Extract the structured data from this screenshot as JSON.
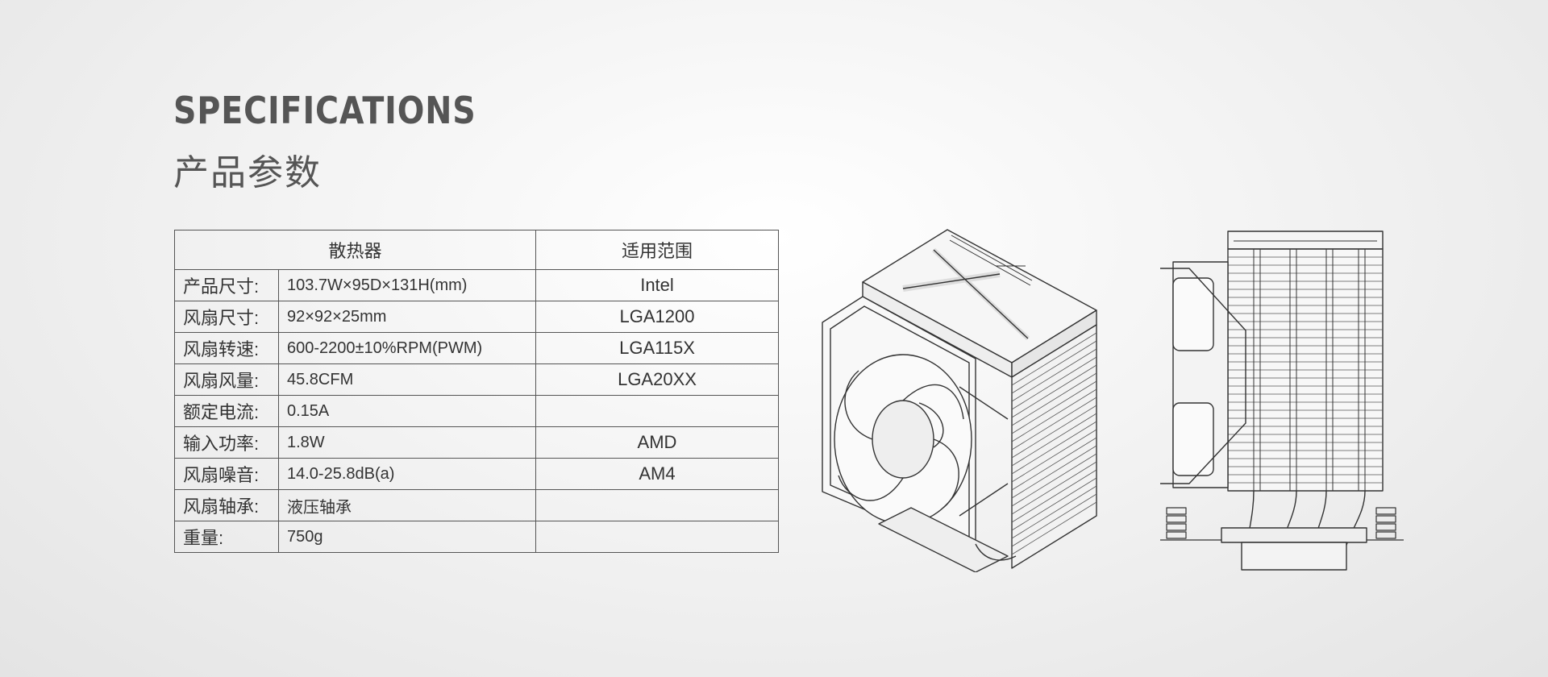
{
  "header": {
    "title_en": "SPECIFICATIONS",
    "title_cn": "产品参数"
  },
  "table": {
    "col_heatsink": "散热器",
    "col_compat": "适用范围",
    "rows": [
      {
        "label": "产品尺寸:",
        "value": "103.7W×95D×131H(mm)",
        "compat": "Intel"
      },
      {
        "label": "风扇尺寸:",
        "value": "92×92×25mm",
        "compat": "LGA1200"
      },
      {
        "label": "风扇转速:",
        "value": "600-2200±10%RPM(PWM)",
        "compat": "LGA115X"
      },
      {
        "label": "风扇风量:",
        "value": "45.8CFM",
        "compat": "LGA20XX"
      },
      {
        "label": "额定电流:",
        "value": "0.15A",
        "compat": ""
      },
      {
        "label": "输入功率:",
        "value": "1.8W",
        "compat": "AMD"
      },
      {
        "label": "风扇噪音:",
        "value": "14.0-25.8dB(a)",
        "compat": "AM4"
      },
      {
        "label": "风扇轴承:",
        "value": "液压轴承",
        "compat": ""
      },
      {
        "label": "重量:",
        "value": "750g",
        "compat": ""
      }
    ]
  },
  "colors": {
    "line": "#555555",
    "title": "#555555"
  }
}
